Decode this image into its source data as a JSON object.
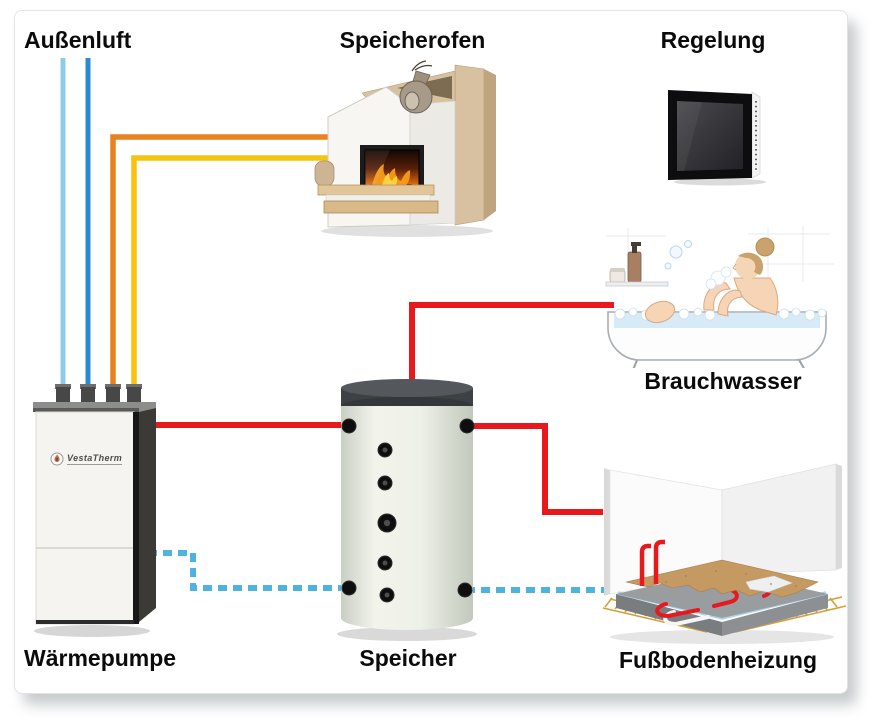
{
  "labels": {
    "aussenluft": "Außenluft",
    "speicherofen": "Speicherofen",
    "regelung": "Regelung",
    "brauchwasser": "Brauchwasser",
    "waermepumpe": "Wärmepumpe",
    "speicher": "Speicher",
    "fussbodenheizung": "Fußbodenheizung"
  },
  "heat_pump": {
    "logo_text": "VestaTherm"
  },
  "colors": {
    "outside_air_light_blue": "#8fcbe8",
    "outside_air_dark_blue": "#2a8cce",
    "stove_pipe_orange": "#e8821e",
    "stove_pipe_yellow": "#f6c40f",
    "heat_pipe_red": "#e8191d",
    "return_pipe_dashed_blue": "#4fb3e0"
  },
  "connections": [
    {
      "from": "aussenluft",
      "to": "waermepumpe",
      "color": "#8fcbe8",
      "style": "solid"
    },
    {
      "from": "aussenluft",
      "to": "waermepumpe",
      "color": "#2a8cce",
      "style": "solid"
    },
    {
      "from": "speicherofen",
      "to": "waermepumpe",
      "color": "#e8821e",
      "style": "solid"
    },
    {
      "from": "speicherofen",
      "to": "waermepumpe",
      "color": "#f6c40f",
      "style": "solid"
    },
    {
      "from": "waermepumpe",
      "to": "speicher",
      "color": "#e8191d",
      "style": "solid"
    },
    {
      "from": "speicher",
      "to": "brauchwasser",
      "color": "#e8191d",
      "style": "solid"
    },
    {
      "from": "speicher",
      "to": "fussbodenheizung",
      "color": "#e8191d",
      "style": "solid"
    },
    {
      "from": "waermepumpe",
      "to": "speicher",
      "color": "#4fb3e0",
      "style": "dashed"
    },
    {
      "from": "speicher",
      "to": "fussbodenheizung",
      "color": "#4fb3e0",
      "style": "dashed"
    }
  ]
}
